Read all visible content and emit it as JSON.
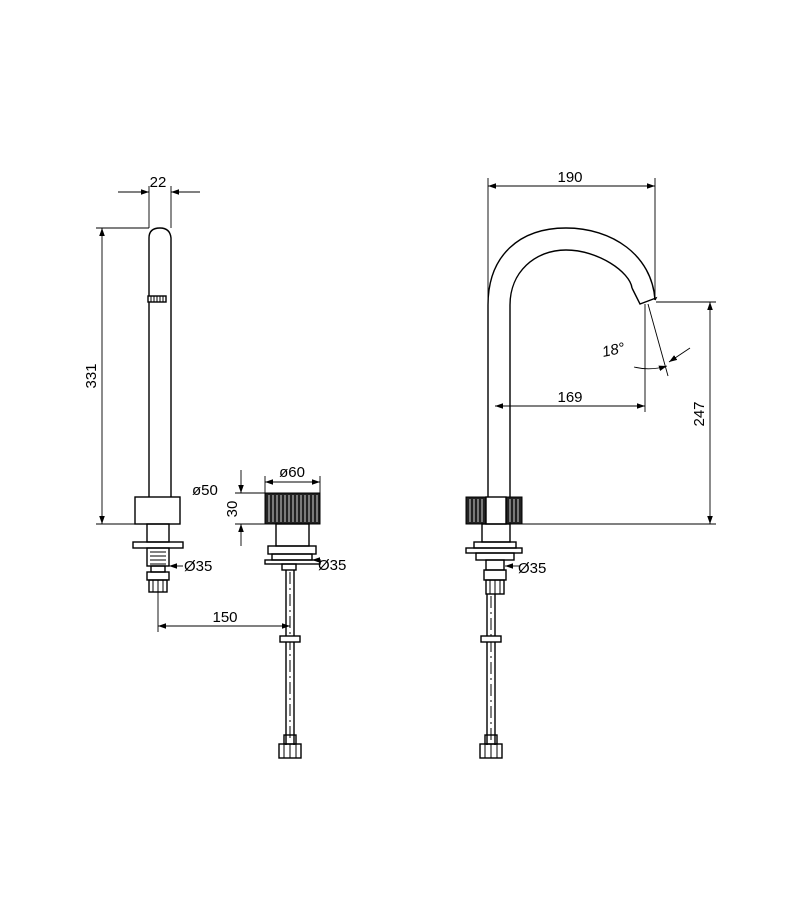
{
  "dimensions": {
    "spout_width": "22",
    "spout_height": "331",
    "base_diameter": "ø50",
    "fixing_diameter_left": "Ø35",
    "handle_diameter": "ø60",
    "handle_height": "30",
    "fixing_diameter_handle": "Ø35",
    "centre_distance": "150",
    "spout_reach": "190",
    "spout_angle": "18°",
    "spout_projection": "169",
    "spout_outlet_height": "247",
    "fixing_diameter_right": "Ø35"
  }
}
